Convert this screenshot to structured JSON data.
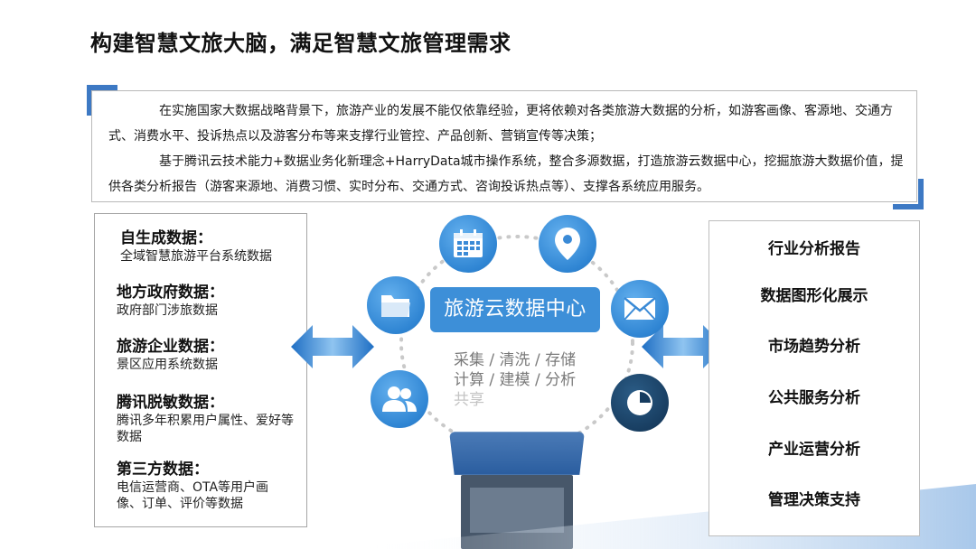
{
  "title": "构建智慧文旅大脑，满足智慧文旅管理需求",
  "intro": {
    "para1": "在实施国家大数据战略背景下，旅游产业的发展不能仅依靠经验，更将依赖对各类旅游大数据的分析，如游客画像、客源地、交通方式、消费水平、投诉热点以及游客分布等来支撑行业管控、产品创新、营销宣传等决策；",
    "para2": "基于腾讯云技术能力+数据业务化新理念+HarryData城市操作系统，整合多源数据，打造旅游云数据中心，挖掘旅游大数据价值，提供各类分析报告（游客来源地、消费习惯、实时分布、交通方式、咨询投诉热点等）、支撑各系统应用服务。"
  },
  "sources": [
    {
      "title": "自生成数据：",
      "desc": "全域智慧旅游平台系统数据"
    },
    {
      "title": "地方政府数据：",
      "desc": "政府部门涉旅数据"
    },
    {
      "title": "旅游企业数据：",
      "desc": "景区应用系统数据"
    },
    {
      "title": "腾讯脱敏数据：",
      "desc": "腾讯多年积累用户属性、爱好等数据"
    },
    {
      "title": "第三方数据：",
      "desc": "电信运营商、OTA等用户画像、订单、评价等数据"
    }
  ],
  "hub": {
    "label": "旅游云数据中心",
    "process_line1": "采集 / 清洗 / 存储",
    "process_line2": "计算 / 建模 / 分析",
    "process_line3": "共享"
  },
  "nodes": [
    "calendar-icon",
    "location-pin-icon",
    "mail-icon",
    "pie-chart-icon",
    "users-icon",
    "folder-icon"
  ],
  "outputs": [
    "行业分析报告",
    "数据图形化展示",
    "市场趋势分析",
    "公共服务分析",
    "产业运营分析",
    "管理决策支持"
  ],
  "colors": {
    "accent": "#3d79c4",
    "hub": "#3d8fd8",
    "navy": "#173c5f"
  }
}
